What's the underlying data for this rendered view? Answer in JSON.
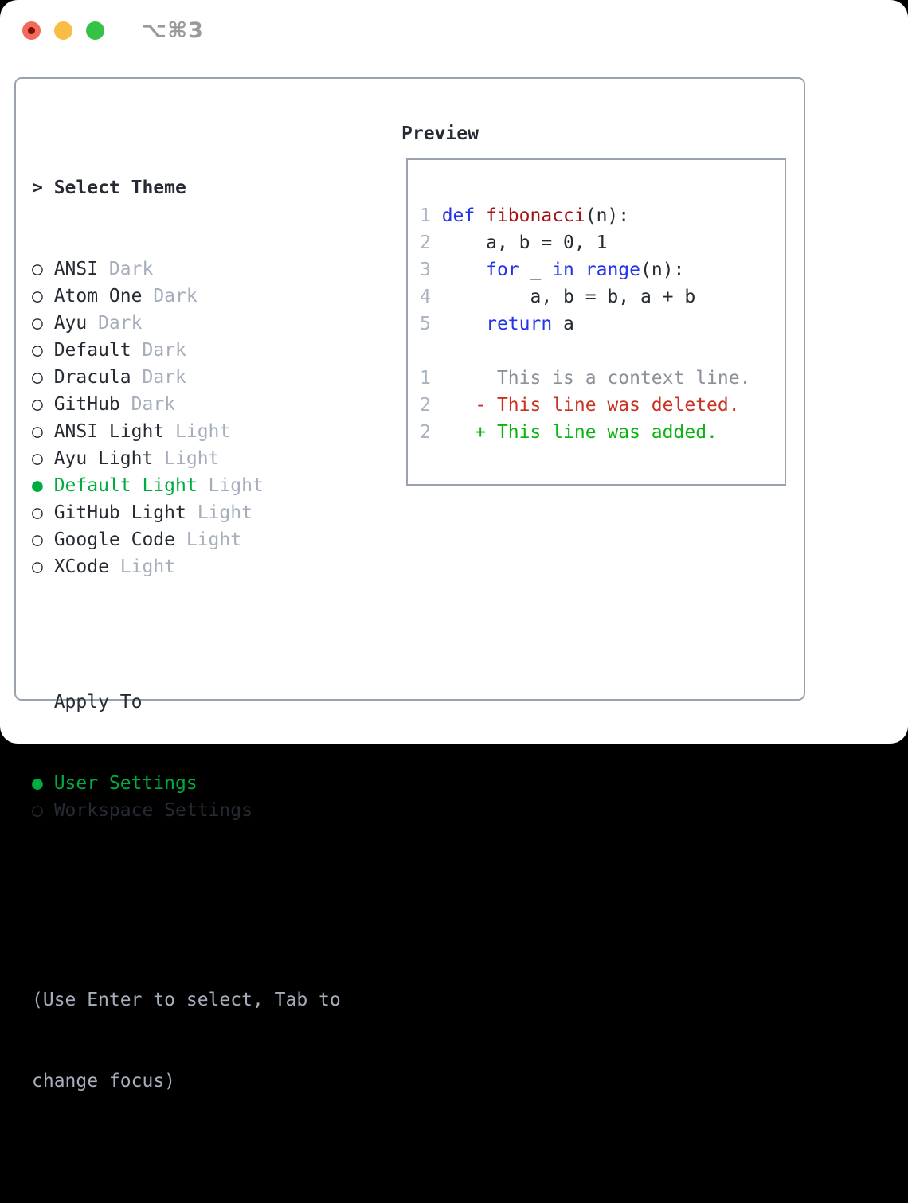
{
  "window": {
    "title_shortcut": "⌥⌘3",
    "traffic_lights": [
      {
        "name": "close-button",
        "color": "#f16a5a",
        "inner_dot": "#7d1007"
      },
      {
        "name": "minimize-button",
        "color": "#f7bd45",
        "inner_dot": null
      },
      {
        "name": "zoom-button",
        "color": "#34c346",
        "inner_dot": null
      }
    ]
  },
  "icons": {
    "prompt": ">",
    "radio_unselected": "○",
    "radio_selected": "●"
  },
  "colors": {
    "selection_green": "#00ab3f",
    "keyword_blue": "#2334e8",
    "function_red": "#a31414",
    "diff_deleted_red": "#c93222",
    "diff_added_green": "#0ab410",
    "muted_gray": "#a6aebb",
    "border_gray": "#9aa2ad"
  },
  "theme_selector": {
    "heading": "Select Theme",
    "items": [
      {
        "label": "ANSI",
        "tag": "Dark",
        "selected": false
      },
      {
        "label": "Atom One",
        "tag": "Dark",
        "selected": false
      },
      {
        "label": "Ayu",
        "tag": "Dark",
        "selected": false
      },
      {
        "label": "Default",
        "tag": "Dark",
        "selected": false
      },
      {
        "label": "Dracula",
        "tag": "Dark",
        "selected": false
      },
      {
        "label": "GitHub",
        "tag": "Dark",
        "selected": false
      },
      {
        "label": "ANSI Light",
        "tag": "Light",
        "selected": false
      },
      {
        "label": "Ayu Light",
        "tag": "Light",
        "selected": false
      },
      {
        "label": "Default Light",
        "tag": "Light",
        "selected": true
      },
      {
        "label": "GitHub Light",
        "tag": "Light",
        "selected": false
      },
      {
        "label": "Google Code",
        "tag": "Light",
        "selected": false
      },
      {
        "label": "XCode",
        "tag": "Light",
        "selected": false
      }
    ],
    "apply_to": {
      "heading": "Apply To",
      "options": [
        {
          "label": "User Settings",
          "selected": true
        },
        {
          "label": "Workspace Settings",
          "selected": false
        }
      ]
    },
    "hint_lines": [
      "(Use Enter to select, Tab to",
      "change focus)"
    ]
  },
  "preview": {
    "heading": "Preview",
    "lines": [
      {
        "num": "1",
        "segments": [
          [
            "kw",
            "def"
          ],
          [
            "plain",
            " "
          ],
          [
            "fn",
            "fibonacci"
          ],
          [
            "plain",
            "(n):"
          ]
        ]
      },
      {
        "num": "2",
        "segments": [
          [
            "plain",
            "    a, b = 0, 1"
          ]
        ]
      },
      {
        "num": "3",
        "segments": [
          [
            "plain",
            "    "
          ],
          [
            "kw",
            "for"
          ],
          [
            "plain",
            " _ "
          ],
          [
            "kw",
            "in"
          ],
          [
            "plain",
            " "
          ],
          [
            "kw",
            "range"
          ],
          [
            "plain",
            "(n):"
          ]
        ]
      },
      {
        "num": "4",
        "segments": [
          [
            "plain",
            "        a, b = b, a + b"
          ]
        ]
      },
      {
        "num": "5",
        "segments": [
          [
            "plain",
            "    "
          ],
          [
            "kw",
            "return"
          ],
          [
            "plain",
            " a"
          ]
        ]
      },
      null,
      {
        "num": "1",
        "segments": [
          [
            "ctx",
            "     This is a context line."
          ]
        ]
      },
      {
        "num": "2",
        "segments": [
          [
            "del",
            "   - This line was deleted."
          ]
        ]
      },
      {
        "num": "2",
        "segments": [
          [
            "add",
            "   + This line was added."
          ]
        ]
      }
    ]
  }
}
